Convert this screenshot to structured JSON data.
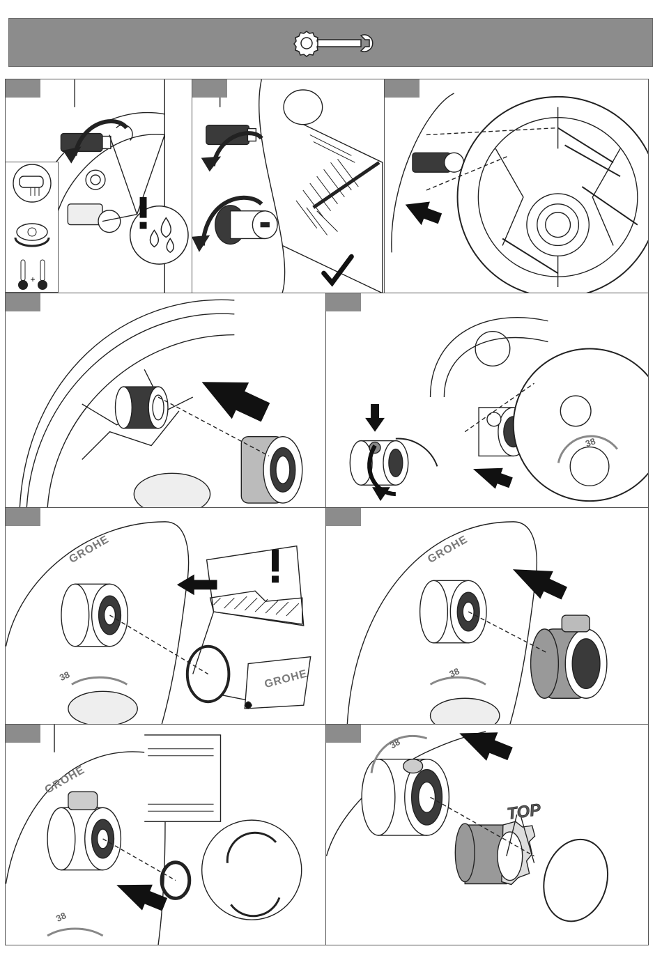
{
  "header": {
    "icon": "wrench-icon"
  },
  "steps": [
    {
      "id": 1,
      "label": "",
      "icons": [
        "shower-head-icon",
        "flow-dial-icon",
        "thermometer-icon",
        "water-drops-warning-icon"
      ]
    },
    {
      "id": 2,
      "label": "",
      "icons": [
        "knob-rotate-arrow-icon",
        "checkmark-icon"
      ]
    },
    {
      "id": 3,
      "label": "",
      "icons": [
        "push-arrow-icon",
        "screw-icon"
      ]
    },
    {
      "id": 4,
      "label": "",
      "icons": [
        "push-arrow-icon"
      ]
    },
    {
      "id": 5,
      "label": "",
      "icons": [
        "press-down-arrow-icon",
        "rotate-arrow-icon",
        "push-arrow-icon"
      ],
      "plate_marks": {
        "number": "38"
      }
    },
    {
      "id": 6,
      "label": "",
      "brand": "GROHE",
      "packet_brand": "GROHE",
      "plate_marks": {
        "number": "38"
      },
      "icons": [
        "warning-exclamation-icon",
        "left-arrow-icon"
      ]
    },
    {
      "id": 7,
      "label": "",
      "brand": "GROHE",
      "plate_marks": {
        "number": "38"
      },
      "icons": [
        "push-arrow-icon"
      ]
    },
    {
      "id": 8,
      "label": "",
      "brand": "GROHE",
      "plate_marks": {
        "number": "38"
      },
      "icons": [
        "push-arrow-icon"
      ]
    },
    {
      "id": 9,
      "label": "",
      "plate_marks": {
        "number": "38"
      },
      "cartridge_mark": "TOP",
      "icons": [
        "push-arrow-icon"
      ]
    }
  ],
  "sidebar": {
    "plus": "+"
  },
  "colors": {
    "banner": "#8c8c8c",
    "tab": "#8c8c8c",
    "line": "#222222",
    "fill_dark": "#3a3a3a"
  }
}
